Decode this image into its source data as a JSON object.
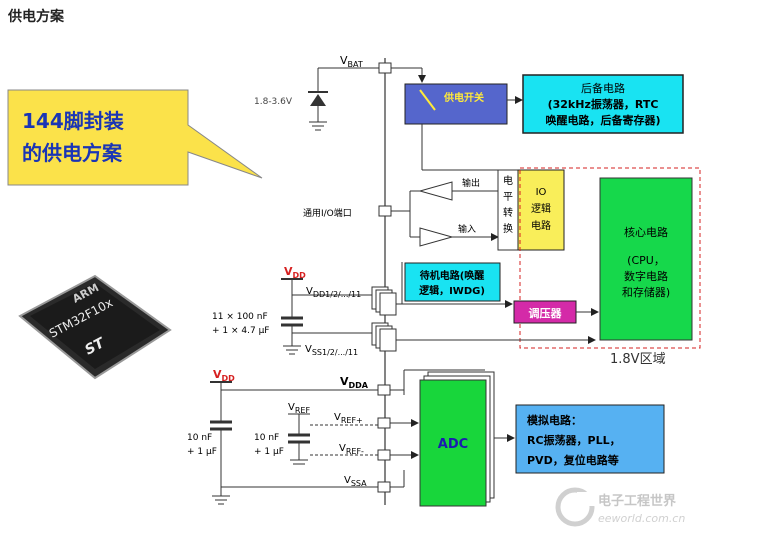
{
  "page_title": "供电方案",
  "callout": {
    "line1_num": "144",
    "line1_rest": "脚封装",
    "line2": "的供电方案"
  },
  "chip": {
    "brand": "ARM",
    "model": "STM32F10x",
    "logo": "ST"
  },
  "pins": {
    "vbat": "V",
    "vbat_sub": "BAT",
    "vdd_top": "V",
    "vdd_top_sub": "DD",
    "vdd_rail": "V",
    "vdd_rail_sub": "DD1/2/.../11",
    "vss_rail": "V",
    "vss_rail_sub": "SS1/2/.../11",
    "vdd_bottom": "V",
    "vdd_bottom_sub": "DD",
    "vdda": "V",
    "vdda_sub": "DDA",
    "vref_left": "V",
    "vref_left_sub": "REF",
    "vref_plus": "V",
    "vref_plus_sub": "REF+",
    "vref_minus": "V",
    "vref_minus_sub": "REF-",
    "vssa": "V",
    "vssa_sub": "SSA"
  },
  "labels": {
    "battery_voltage": "1.8-3.6V",
    "gpio_port": "通用I/O端口",
    "caps_1": "11 × 100 nF",
    "caps_2": "+ 1 × 4.7 μF",
    "cap_left_1": "10 nF",
    "cap_left_2": "+ 1 μF",
    "cap_mid_1": "10 nF",
    "cap_mid_2": "+ 1 μF",
    "output": "输出",
    "input": "输入",
    "level_shift": [
      "电",
      "平",
      "转",
      "换"
    ]
  },
  "blocks": {
    "power_switch": "供电开关",
    "backup_1": "后备电路",
    "backup_2": "(32kHz振荡器，RTC",
    "backup_3": "唤醒电路，后备寄存器)",
    "io_logic": [
      "IO",
      "逻辑",
      "电路"
    ],
    "core_1": "核心电路",
    "core_2": "(CPU，",
    "core_3": "数字电路",
    "core_4": "和存储器)",
    "standby_1": "待机电路(唤醒",
    "standby_2": "逻辑，IWDG)",
    "regulator": "调压器",
    "domain_18v": "1.8V区域",
    "adc": "ADC",
    "analog_1": "模拟电路：",
    "analog_2": "RC振荡器，PLL，",
    "analog_3": "PVD，复位电路等"
  },
  "watermark": {
    "cn": "电子工程世界",
    "en": "eeworld.com.cn"
  },
  "colors": {
    "cyan": "#19e3f2",
    "yellow": "#f9ee5a",
    "green": "#16d84b",
    "blue_switch": "#5566cc",
    "magenta": "#d42aa8",
    "callout_bg": "#fbe24a",
    "analog_bg": "#56b1f2",
    "domain_red": "#d62020",
    "adc_green": "#18d63b"
  }
}
